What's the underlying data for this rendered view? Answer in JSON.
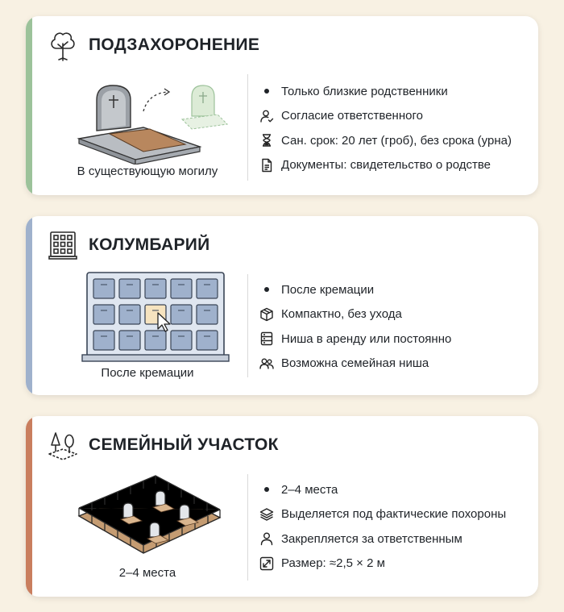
{
  "sections": [
    {
      "title": "ПОДЗАХОРОНЕНИЕ",
      "caption": "В существующую могилу",
      "accent": "#9cc29a",
      "header_icon": "tree-icon",
      "facts": [
        {
          "icon": "bullet-icon",
          "text": "Только близкие родственники"
        },
        {
          "icon": "person-check-icon",
          "text": "Согласие ответственного"
        },
        {
          "icon": "hourglass-icon",
          "text": "Сан. срок: 20 лет (гроб), без срока (урна)"
        },
        {
          "icon": "document-icon",
          "text": "Документы: свидетельство о родстве"
        }
      ]
    },
    {
      "title": "КОЛУМБАРИЙ",
      "caption": "После кремации",
      "accent": "#9fb1cc",
      "header_icon": "columbarium-icon",
      "facts": [
        {
          "icon": "bullet-icon",
          "text": "После кремации"
        },
        {
          "icon": "box-icon",
          "text": "Компактно, без ухода"
        },
        {
          "icon": "niche-list-icon",
          "text": "Ниша в аренду или постоянно"
        },
        {
          "icon": "family-icon",
          "text": "Возможна семейная ниша"
        }
      ]
    },
    {
      "title": "СЕМЕЙНЫЙ УЧАСТОК",
      "caption": "2–4 места",
      "accent": "#c97e5e",
      "header_icon": "plot-trees-icon",
      "facts": [
        {
          "icon": "bullet-icon",
          "text": "2–4 места"
        },
        {
          "icon": "layers-icon",
          "text": "Выделяется под фактические похороны"
        },
        {
          "icon": "person-icon",
          "text": "Закрепляется за ответственным"
        },
        {
          "icon": "resize-icon",
          "text": "Размер: ≈2,5 × 2 м"
        }
      ]
    }
  ]
}
